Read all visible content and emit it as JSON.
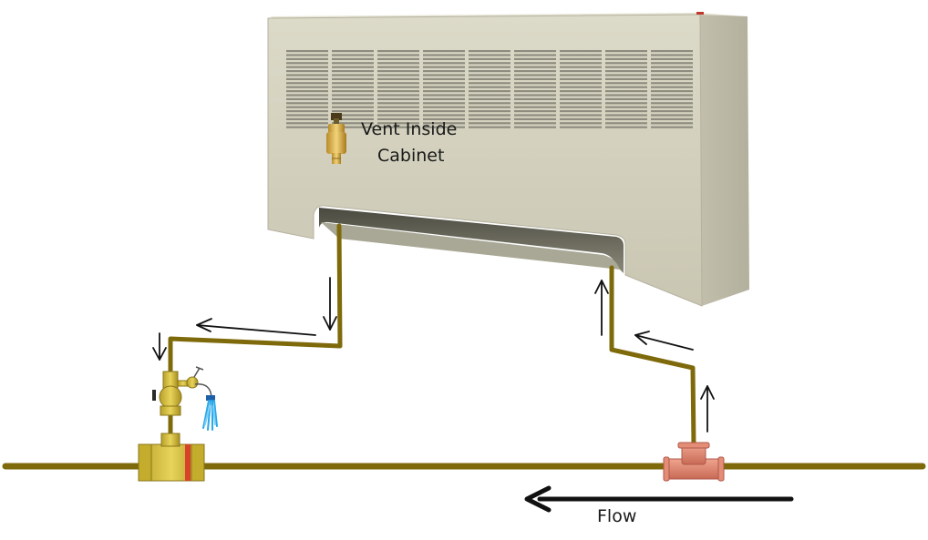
{
  "labels": {
    "vent_line1": "Vent Inside",
    "vent_line2": "Cabinet",
    "flow": "Flow"
  },
  "colors": {
    "pipe": "#7f6a0b",
    "cabinet": "#cfccb8",
    "cabinet_side": "#b9b6a3",
    "brass": "#c9b22f",
    "copper_tee": "#d9826d",
    "water": "#2aa8e8",
    "arrow": "#111111"
  }
}
